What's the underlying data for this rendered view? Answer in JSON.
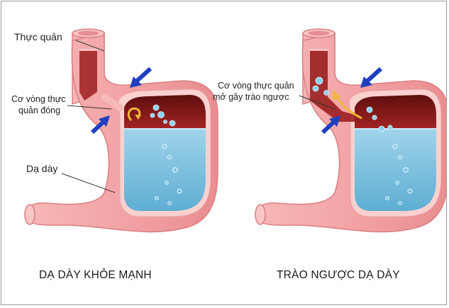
{
  "colors": {
    "stomach_wall": "#f2a7a8",
    "stomach_wall_dark": "#e08c8e",
    "stomach_inner": "#fcd6d4",
    "acid": "#7ec3df",
    "gastric_cavity": "#7a1a1a",
    "arrow": "#1f3fbf",
    "backflow_arrow": "#f0b83a"
  },
  "healthy": {
    "label_esophagus": "Thực quản",
    "label_sphincter_closed_line1": "Cơ vòng thực",
    "label_sphincter_closed_line2": "quản đóng",
    "label_stomach": "Dạ dày",
    "caption": "DẠ DÀY KHỎE MẠNH"
  },
  "reflux": {
    "label_sphincter_open_line1": "Cơ vòng thực quản",
    "label_sphincter_open_line2": "mở gây trào ngược",
    "caption": "TRÀO NGƯỢC DẠ DÀY"
  }
}
